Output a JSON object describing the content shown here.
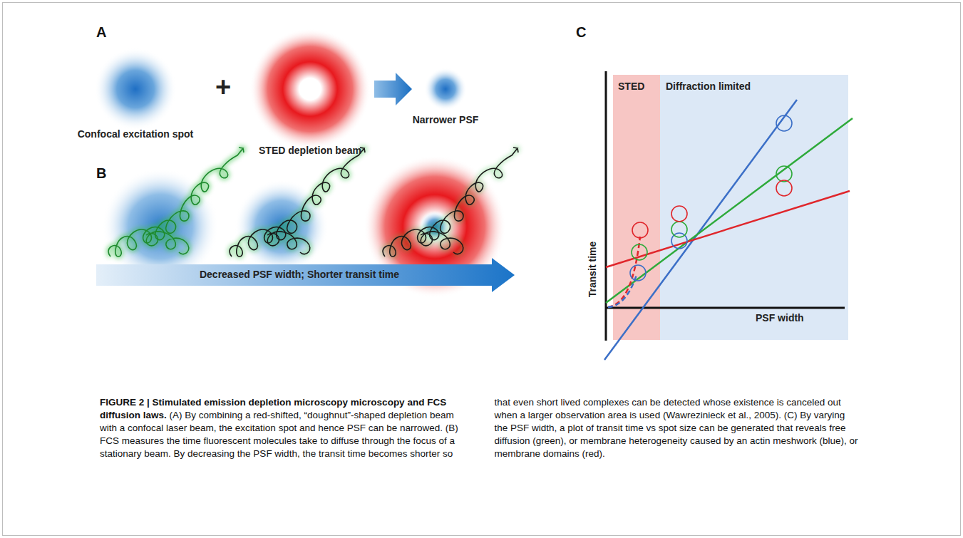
{
  "diagram": {
    "title": "FIGURE 2 | Stimulated emission depletion microscopy microscopy and FCS diffusion laws.",
    "caption": "(A) By combining a red-shifted, “doughnut”-shaped depletion beam with a confocal laser beam, the excitation spot and hence PSF can be narrowed. (B) FCS measures the time fluorescent molecules take to diffuse through the focus of a stationary beam. By decreasing the PSF width, the transit time becomes shorter so that even short lived complexes can be detected whose existence is canceled out when a larger observation area is used (Wawrezinieck et al., 2005). (C) By varying the PSF width, a plot of transit time vs spot size can be generated that reveals free diffusion (green), or membrane heterogeneity caused by an actin meshwork (blue), or membrane domains (red).",
    "labels": [
      "A",
      "B",
      "C",
      "Confocal excitation spot",
      "+",
      "STED depletion beam",
      "Narrower PSF",
      "Decreased PSF width; Shorter transit time",
      "STED",
      "Diffraction limited",
      "Transit time",
      "PSF width"
    ]
  }
}
